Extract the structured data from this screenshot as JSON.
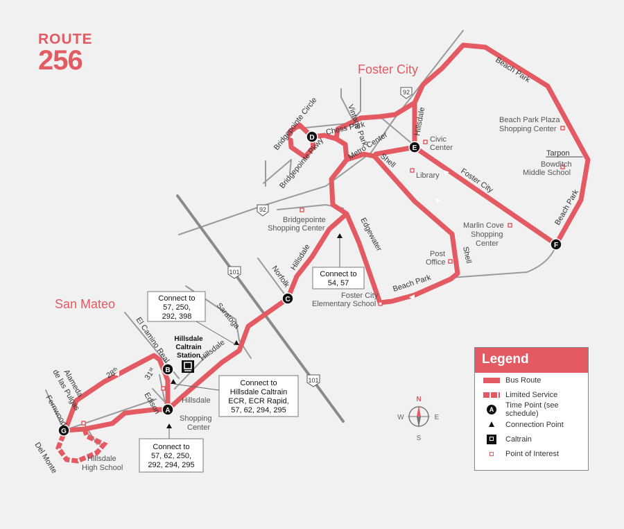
{
  "title": {
    "label": "ROUTE",
    "number": "256"
  },
  "cities": {
    "foster_city": "Foster City",
    "san_mateo": "San Mateo"
  },
  "highways": {
    "hw92": "92",
    "hw101": "101"
  },
  "streets": {
    "beach_park_top": "Beach Park",
    "beach_park_right": "Beach Park",
    "beach_park_bottom": "Beach Park",
    "hillsdale_top": "Hillsdale",
    "hillsdale_mid": "Hillsdale",
    "hillsdale_low": "Hillsdale",
    "foster_city": "Foster City",
    "tarpon": "Tarpon",
    "metro_center": "Metro Center",
    "shell_top": "Shell",
    "shell_right": "Shell",
    "chess_park": "Chess Park",
    "vintage_park": "Vintage Park",
    "bridgepointe_circle": "Bridgepointe Circle",
    "bridgepointe_pkwy": "Bridgepointe Pkwy",
    "edgewater": "Edgewater",
    "norfolk": "Norfolk",
    "saratoga": "Saratoga",
    "el_camino_real": "El Camino Real",
    "edison": "Edison",
    "st31": "31",
    "st31_sup": "st",
    "st28": "28",
    "st28_sup": "th",
    "alameda": "Alameda",
    "alameda2": "de las Pulgas",
    "fernwood": "Fernwood",
    "del_monte": "Del Monte"
  },
  "pois": {
    "civic_center_1": "Civic",
    "civic_center_2": "Center",
    "library": "Library",
    "beach_park_plaza_1": "Beach Park Plaza",
    "beach_park_plaza_2": "Shopping Center",
    "bowditch_1": "Bowditch",
    "bowditch_2": "Middle School",
    "marlin_cove_1": "Marlin Cove",
    "marlin_cove_2": "Shopping",
    "marlin_cove_3": "Center",
    "post_office_1": "Post",
    "post_office_2": "Office",
    "foster_elem_1": "Foster City",
    "foster_elem_2": "Elementary School",
    "bridgepointe_sc_1": "Bridgepointe",
    "bridgepointe_sc_2": "Shopping Center",
    "hillsdale_sc_1": "Hillsdale",
    "hillsdale_sc_2": "Shopping",
    "hillsdale_sc_3": "Center",
    "hillsdale_hs_1": "Hillsdale",
    "hillsdale_hs_2": "High School",
    "caltrain_1": "Hillsdale",
    "caltrain_2": "Caltrain",
    "caltrain_3": "Station"
  },
  "time_points": {
    "a": "A",
    "b": "B",
    "c": "C",
    "d": "D",
    "e": "E",
    "f": "F",
    "g": "G"
  },
  "connections": {
    "c1": [
      "Connect to",
      "54, 57"
    ],
    "c2": [
      "Connect to",
      "57, 250,",
      "292, 398"
    ],
    "c3": [
      "Connect to",
      "Hillsdale Caltrain",
      "ECR, ECR Rapid,",
      "57, 62, 294, 295"
    ],
    "c4": [
      "Connect to",
      "57, 62, 250,",
      "292, 294, 295"
    ]
  },
  "compass": {
    "n": "N",
    "s": "S",
    "e": "E",
    "w": "W"
  },
  "legend": {
    "title": "Legend",
    "bus_route": "Bus Route",
    "limited": "Limited Service",
    "time_point": "Time Point (see schedule)",
    "time_point_symbol": "A",
    "connection": "Connection Point",
    "caltrain": "Caltrain",
    "poi": "Point of Interest"
  },
  "colors": {
    "route": "#e35a62",
    "road": "#9a9a9a",
    "rail": "#777777",
    "background": "#f1f1f1"
  }
}
